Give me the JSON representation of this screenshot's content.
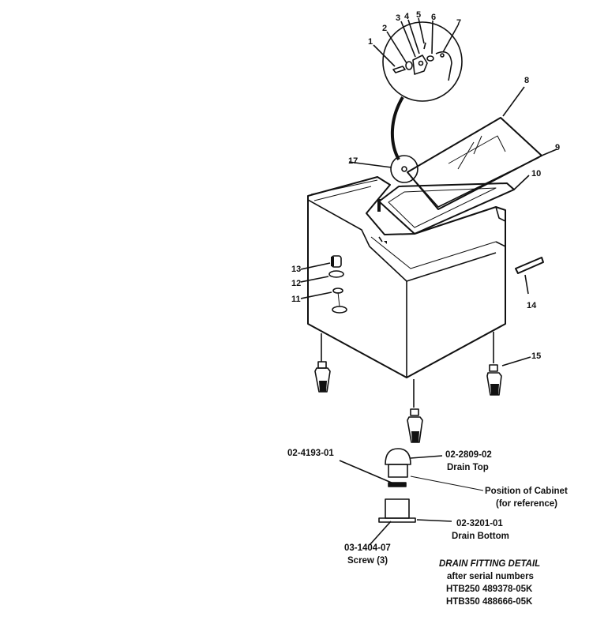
{
  "callouts": {
    "c1": "1",
    "c2": "2",
    "c3": "3",
    "c4": "4",
    "c5": "5",
    "c6": "6",
    "c7": "7",
    "c8": "8",
    "c9": "9",
    "c10": "10",
    "c11": "11",
    "c12": "12",
    "c13": "13",
    "c14": "14",
    "c15": "15",
    "c17": "17"
  },
  "drain_detail": {
    "part_gasket": "02-4193-01",
    "part_top": "02-2809-02",
    "label_top": "Drain Top",
    "position_line1": "Position of Cabinet",
    "position_line2": "(for reference)",
    "part_bottom": "02-3201-01",
    "label_bottom": "Drain Bottom",
    "part_screw": "03-1404-07",
    "label_screw": "Screw (3)",
    "title": "DRAIN FITTING DETAIL",
    "serial_intro": "after serial numbers",
    "serial_1": "HTB250 489378-05K",
    "serial_2": "HTB350 488666-05K"
  }
}
